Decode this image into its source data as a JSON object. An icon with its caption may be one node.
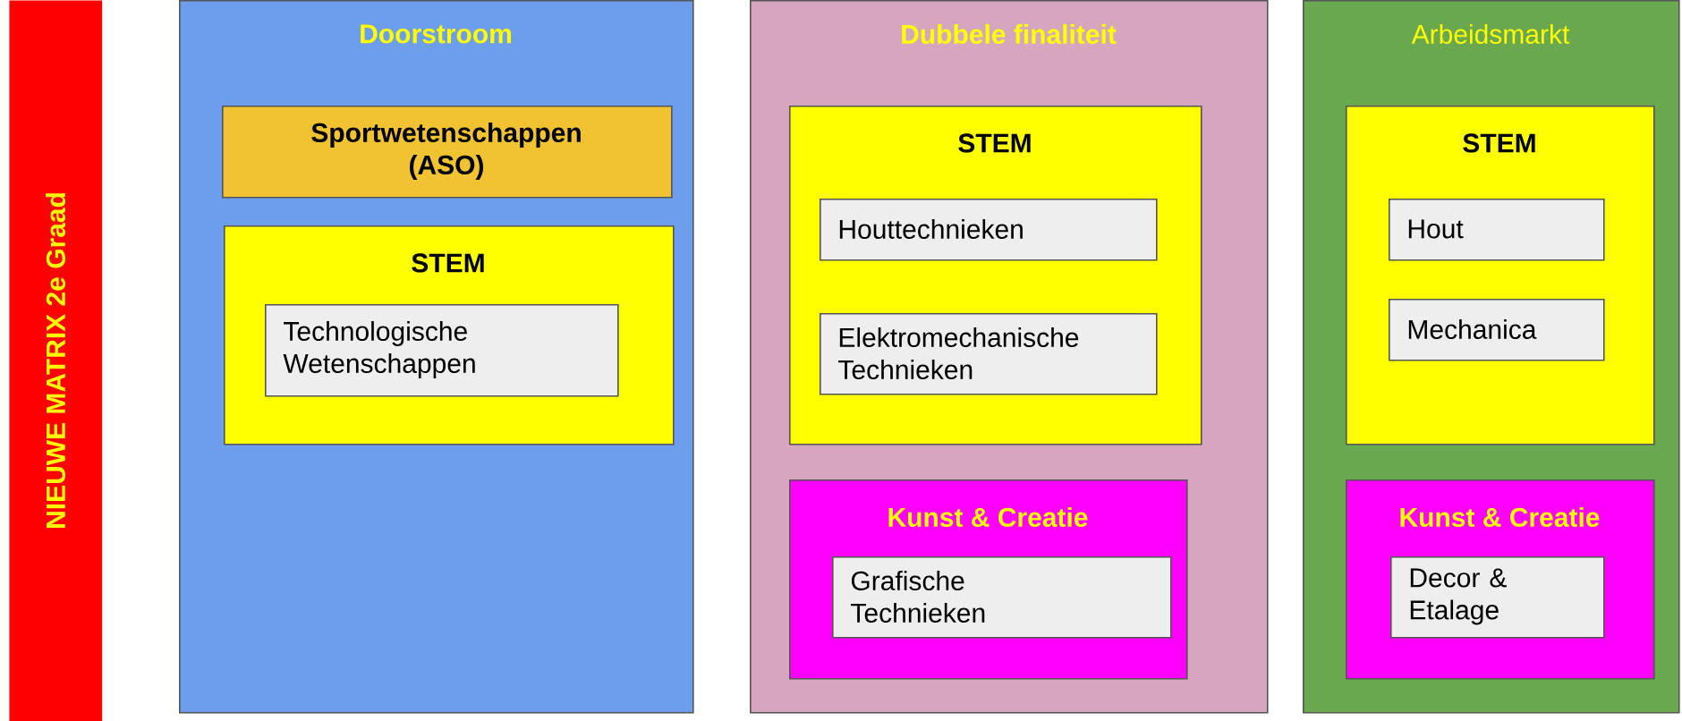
{
  "diagram": {
    "nodes": [
      {
        "text": [
          "NIEUWE MATRIX 2e Graad"
        ]
      },
      {
        "text": [
          "Doorstroom"
        ]
      },
      {
        "text": [
          "Sportwetenschappen (ASO)"
        ],
        "in": 1
      },
      {
        "text": [
          "STEM"
        ],
        "in": 1
      },
      {
        "text": [
          "Technologische Wetenschappen"
        ],
        "in": 3
      },
      {
        "text": [
          "Dubbele finaliteit"
        ]
      },
      {
        "text": [
          "STEM"
        ],
        "in": 5
      },
      {
        "text": [
          "Houttechnieken"
        ],
        "in": 6
      },
      {
        "text": [
          "Elektromechanische Technieken"
        ],
        "in": 6
      },
      {
        "text": [
          "Kunst & Creatie"
        ],
        "in": 5
      },
      {
        "text": [
          "Grafische Technieken"
        ],
        "in": 9
      },
      {
        "text": [
          "Arbeidsmarkt"
        ]
      },
      {
        "text": [
          "STEM"
        ],
        "in": 11
      },
      {
        "text": [
          "Hout"
        ],
        "in": 12
      },
      {
        "text": [
          "Mechanica"
        ],
        "in": 12
      },
      {
        "text": [
          "Kunst & Creatie"
        ],
        "in": 11
      },
      {
        "text": [
          "Decor & Etalage"
        ],
        "in": 15
      }
    ]
  }
}
